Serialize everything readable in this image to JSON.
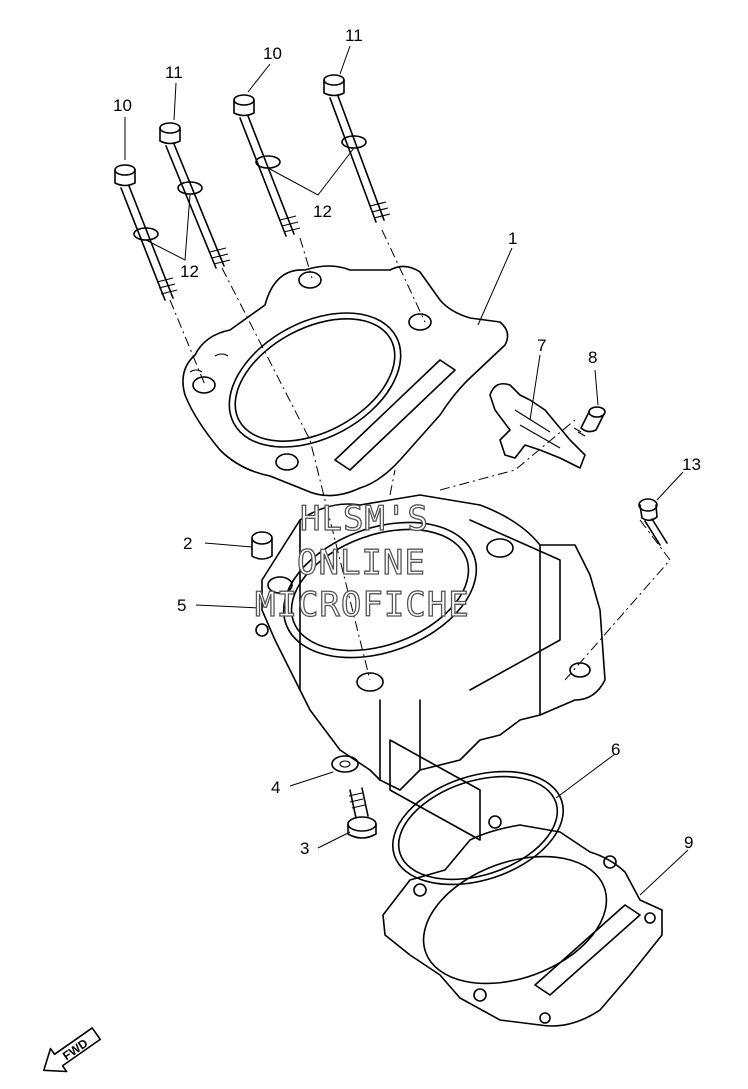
{
  "callouts": {
    "c1": "1",
    "c2": "2",
    "c3": "3",
    "c4": "4",
    "c5": "5",
    "c6": "6",
    "c7": "7",
    "c8": "8",
    "c9": "9",
    "c10a": "10",
    "c10b": "10",
    "c11a": "11",
    "c11b": "11",
    "c12a": "12",
    "c12b": "12",
    "c13": "13"
  },
  "watermark": {
    "line1": "HLSM'S",
    "line2": "ONLINE",
    "line3": "MICROFICHE"
  },
  "fwd_label": "FWD"
}
